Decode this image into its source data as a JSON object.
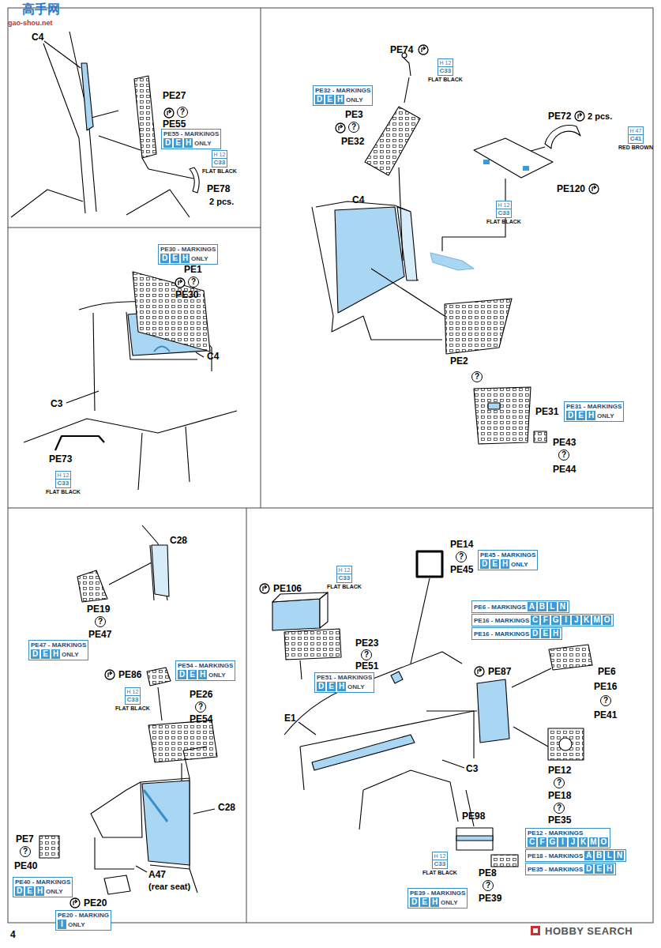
{
  "diagram": {
    "nodes": [
      {
        "text": [
          "PE55 - MARKINGS",
          "D",
          "E",
          "H",
          "ONLY"
        ]
      },
      {
        "text": [
          "H 12",
          "C33",
          "FLAT BLACK"
        ]
      },
      {
        "text": [
          "PE30 - MARKINGS",
          "D",
          "E",
          "H",
          "ONLY"
        ]
      },
      {
        "text": [
          "H 12",
          "C33",
          "FLAT BLACK"
        ]
      },
      {
        "text": [
          "H 12",
          "C33",
          "FLAT BLACK"
        ]
      },
      {
        "text": [
          "PE32 - MARKINGS",
          "D",
          "E",
          "H",
          "ONLY"
        ]
      },
      {
        "text": [
          "H 47",
          "C41",
          "RED BROWN"
        ]
      },
      {
        "text": [
          "H 12",
          "C33",
          "FLAT BLACK"
        ]
      },
      {
        "text": [
          "PE31 - MARKINGS",
          "D",
          "E",
          "H",
          "ONLY"
        ]
      },
      {
        "text": [
          "PE47 - MARKINGS",
          "D",
          "E",
          "H",
          "ONLY"
        ]
      },
      {
        "text": [
          "PE54 - MARKINGS",
          "D",
          "E",
          "H",
          "ONLY"
        ]
      },
      {
        "text": [
          "H 12",
          "C33",
          "FLAT BLACK"
        ]
      },
      {
        "text": [
          "PE40 - MARKINGS",
          "D",
          "E",
          "H",
          "ONLY"
        ]
      },
      {
        "text": [
          "PE20 - MARKING",
          "I",
          "ONLY"
        ]
      },
      {
        "text": [
          "H 12",
          "C33",
          "FLAT BLACK"
        ]
      },
      {
        "text": [
          "PE45 - MARKINGS",
          "D",
          "E",
          "H",
          "ONLY"
        ]
      },
      {
        "text": [
          "PE6 - MARKINGS",
          "A",
          "B",
          "L",
          "N"
        ]
      },
      {
        "text": [
          "PE16 - MARKINGS",
          "C",
          "F",
          "G",
          "I",
          "J",
          "K",
          "M",
          "O"
        ]
      },
      {
        "text": [
          "PE16 - MARKINGS",
          "D",
          "E",
          "H"
        ]
      },
      {
        "text": [
          "PE51 - MARKINGS",
          "D",
          "E",
          "H",
          "ONLY"
        ]
      },
      {
        "text": [
          "H 12",
          "C33",
          "FLAT BLACK"
        ]
      },
      {
        "text": [
          "PE12 - MARKINGS",
          "C",
          "F",
          "G",
          "I",
          "J",
          "K",
          "M",
          "O"
        ]
      },
      {
        "text": [
          "PE18 - MARKINGS",
          "A",
          "B",
          "L",
          "N"
        ]
      },
      {
        "text": [
          "PE35 - MARKINGS",
          "D",
          "E",
          "H"
        ]
      },
      {
        "text": [
          "PE39 - MARKINGS",
          "D",
          "E",
          "H",
          "ONLY"
        ]
      }
    ],
    "labels": [
      "高手网",
      "gao-shou.net",
      "C4",
      "PE27",
      "?",
      "PE55",
      "PE78",
      "2 pcs.",
      "PE1",
      "?",
      "PE30",
      "C4",
      "C3",
      "PE73",
      "PE74",
      "PE3",
      "?",
      "PE32",
      "PE72",
      "2 pcs.",
      "PE120",
      "C4",
      "PE2",
      "?",
      "PE31",
      "PE43",
      "?",
      "PE44",
      "C28",
      "PE19",
      "?",
      "PE47",
      "PE86",
      "PE26",
      "?",
      "PE54",
      "C28",
      "PE7",
      "?",
      "PE40",
      "A47",
      "(rear seat)",
      "PE20",
      "PE14",
      "?",
      "PE45",
      "PE106",
      "PE23",
      "?",
      "PE51",
      "PE87",
      "PE6",
      "PE16",
      "?",
      "PE41",
      "E1",
      "C3",
      "PE12",
      "?",
      "PE18",
      "?",
      "PE35",
      "PE98",
      "PE8",
      "?",
      "PE39",
      "4",
      "HOBBY SEARCH"
    ]
  }
}
